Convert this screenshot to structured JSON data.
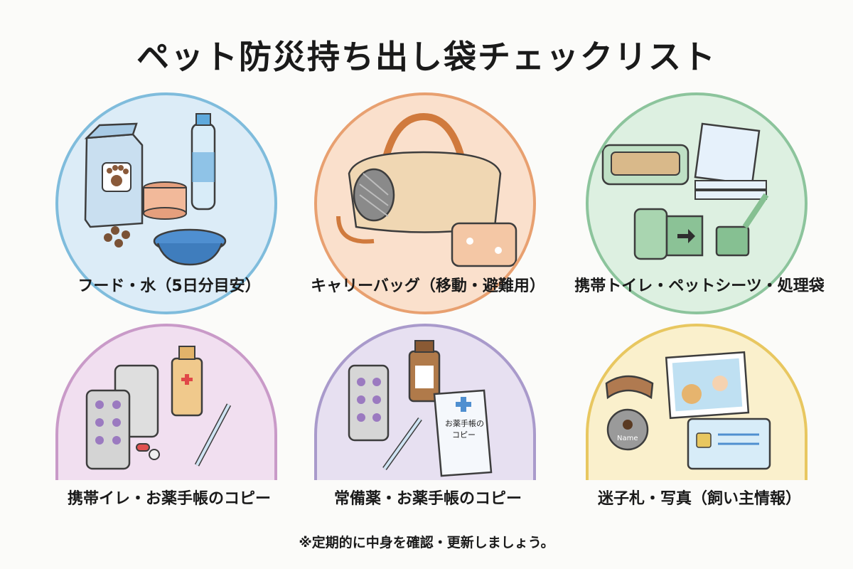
{
  "title": "ペット防災持ち出し袋チェックリスト",
  "items": [
    {
      "label": "フード・水（5日分目安）",
      "icon": "food-water-icon",
      "color": "#7fbcdc",
      "fill": "#dcecf7"
    },
    {
      "label": "キャリーバッグ（移動・避難用）",
      "icon": "carrier-bag-icon",
      "color": "#e8a070",
      "fill": "#fae0cc"
    },
    {
      "label": "携帯トイレ・ペットシーツ・処理袋",
      "icon": "portable-toilet-icon",
      "color": "#8cc49c",
      "fill": "#ddf0e1"
    },
    {
      "label": "携帯イレ・お薬手帳のコピー",
      "icon": "medicine-icon",
      "color": "#c99ac8",
      "fill": "#f1dff0"
    },
    {
      "label": "常備薬・お薬手帳のコピー",
      "icon": "medicine-notebook-icon",
      "color": "#a99acb",
      "fill": "#e7e0f1"
    },
    {
      "label": "迷子札・写真（飼い主情報）",
      "icon": "id-tag-photo-icon",
      "color": "#e8c760",
      "fill": "#faf0cc"
    }
  ],
  "illustration_text": {
    "notebook": "お薬手帳の",
    "notebook2": "コピー",
    "tag": "Name"
  },
  "note": "※定期的に中身を確認・更新しましょう。"
}
